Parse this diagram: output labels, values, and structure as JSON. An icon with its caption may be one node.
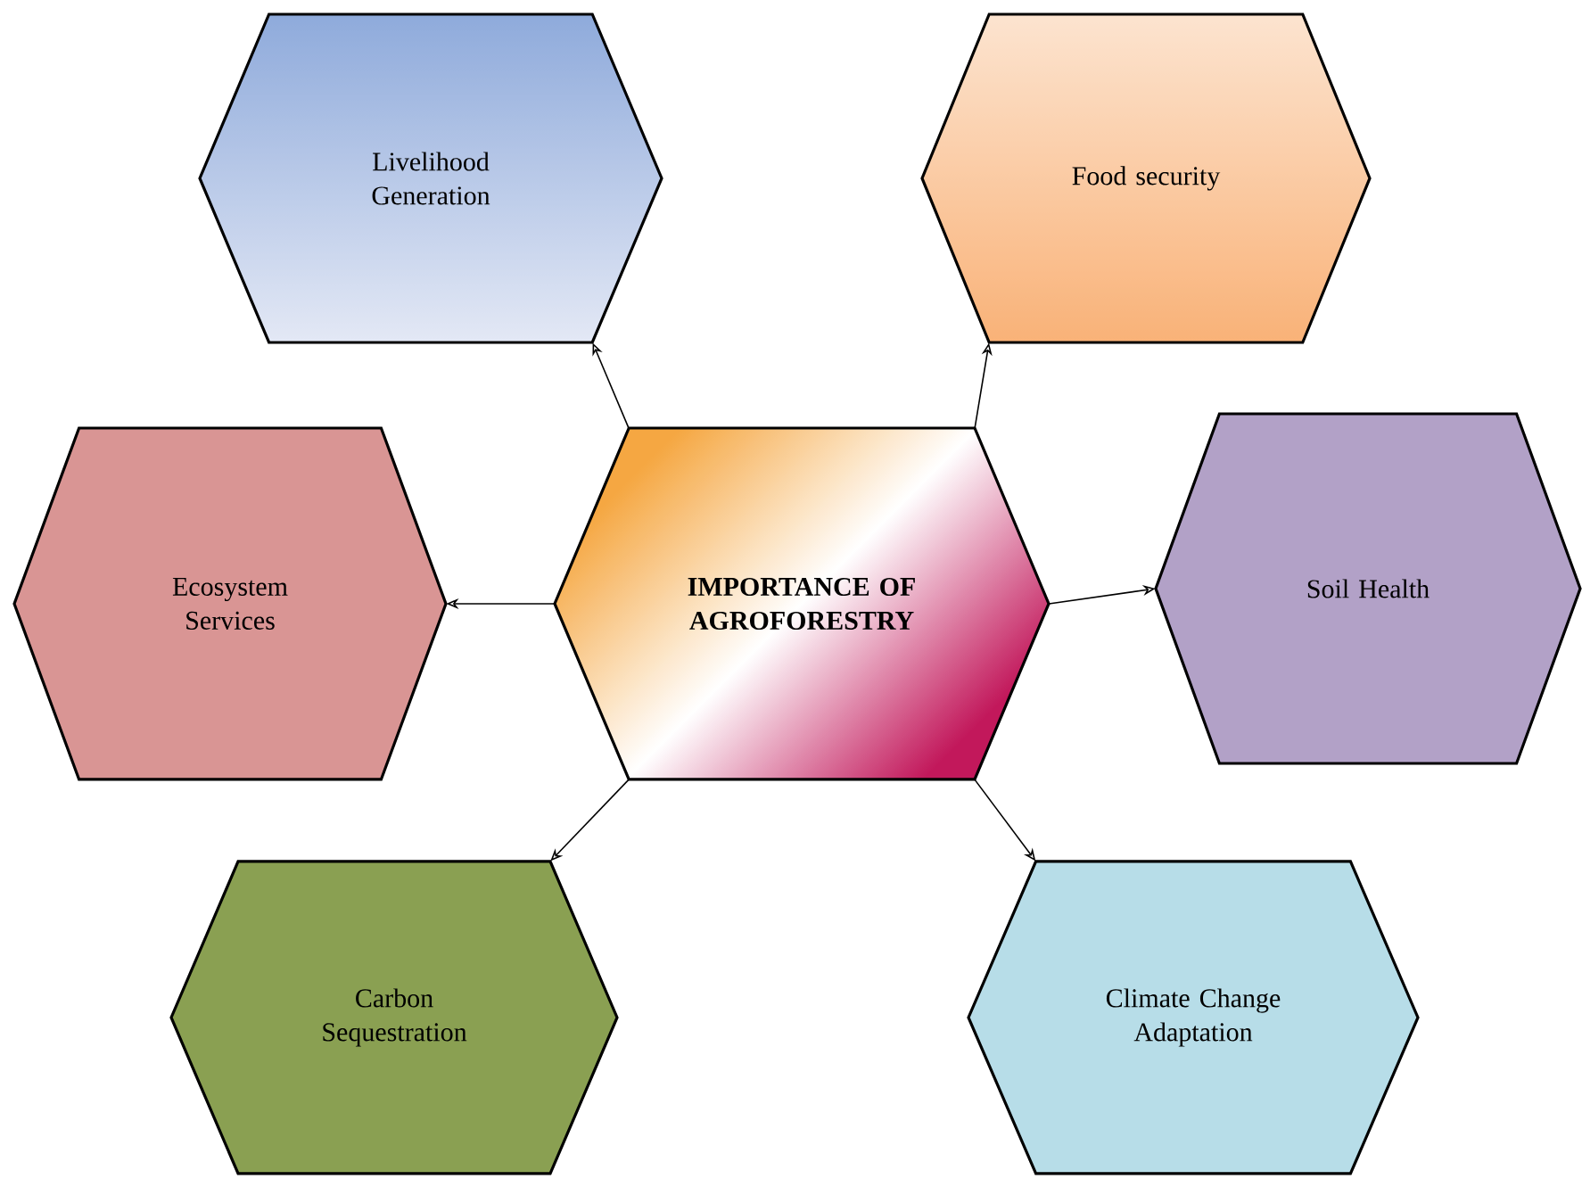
{
  "diagram": {
    "nodes": [
      {
        "text": [
          "**IMPORTANCE OF AGROFORESTRY**"
        ]
      },
      {
        "text": [
          "Livelihood Generation"
        ]
      },
      {
        "text": [
          "Food security"
        ]
      },
      {
        "text": [
          "Ecosystem Services"
        ]
      },
      {
        "text": [
          "Soil Health"
        ]
      },
      {
        "text": [
          "Carbon Sequestration"
        ]
      },
      {
        "text": [
          "Climate Change Adaptation"
        ]
      }
    ],
    "edges": [
      {
        "from": 0,
        "to": 1,
        "arrow": "to"
      },
      {
        "from": 0,
        "to": 2,
        "arrow": "to"
      },
      {
        "from": 0,
        "to": 3,
        "arrow": "to"
      },
      {
        "from": 0,
        "to": 4,
        "arrow": "to"
      },
      {
        "from": 0,
        "to": 5,
        "arrow": "to"
      },
      {
        "from": 0,
        "to": 6,
        "arrow": "to"
      }
    ]
  }
}
